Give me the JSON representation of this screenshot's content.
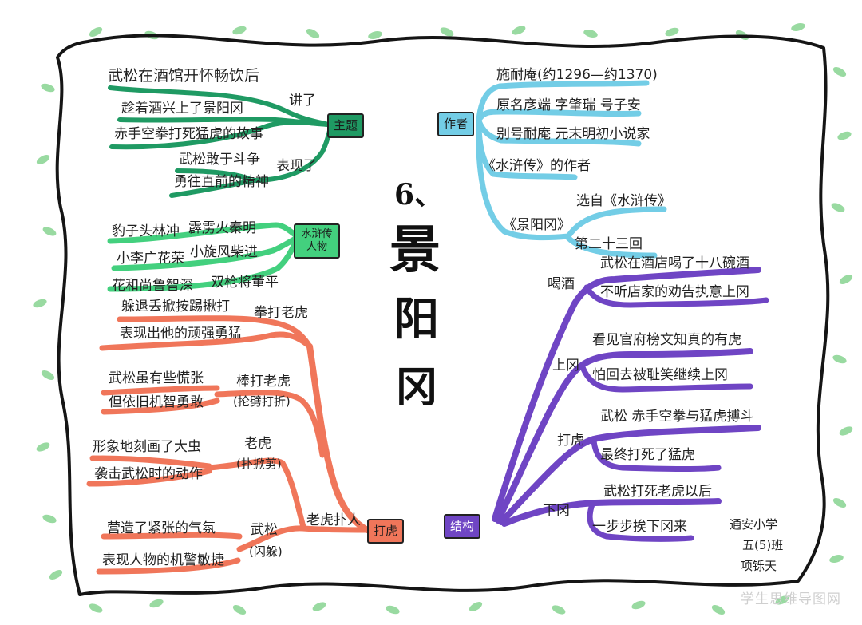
{
  "colors": {
    "border": "#151515",
    "theme_green": "#1f9a63",
    "chars_green": "#43d07e",
    "orange": "#f0765a",
    "blue": "#73cde6",
    "purple": "#6f45c4",
    "leaf": "#7fd18a"
  },
  "title": {
    "number": "6、",
    "line1": "景",
    "line2": "阳",
    "line3": "冈"
  },
  "theme": {
    "hub": "主题",
    "label_speak": "讲了",
    "label_show": "表现了",
    "items": [
      "武松在酒馆开怀畅饮后",
      "趁着酒兴上了景阳冈",
      "赤手空拳打死猛虎的故事",
      "武松敢于斗争",
      "勇往直前的精神"
    ]
  },
  "characters": {
    "hub": "水浒传人物",
    "items": [
      "豹子头林冲",
      "霹雳火秦明",
      "小李广花荣",
      "小旋风柴进",
      "花和尚鲁智深",
      "双枪将董平"
    ]
  },
  "fight": {
    "hub": "打虎",
    "fist": {
      "label": "拳打老虎",
      "items": [
        "躲退丢掀按踢揪打",
        "表现出他的顽强勇猛"
      ]
    },
    "stick": {
      "label": "棒打老虎",
      "sub": "(抡劈打折)",
      "items": [
        "武松虽有些慌张",
        "但依旧机智勇敢"
      ]
    },
    "tiger": {
      "label": "老虎",
      "sub": "(扑掀剪)",
      "items": [
        "形象地刻画了大虫",
        "袭击武松时的动作"
      ]
    },
    "wusong": {
      "label": "武松",
      "sub": "(闪躲)",
      "items": [
        "营造了紧张的气氛",
        "表现人物的机警敏捷"
      ]
    },
    "attack": "老虎扑人"
  },
  "author": {
    "hub": "作者",
    "items": [
      "施耐庵(约1296—约1370)",
      "原名彦端 字肇瑞 号子安",
      "别号耐庵 元末明初小说家",
      "《水浒传》的作者"
    ],
    "book": "《景阳冈》",
    "book_items": [
      "选自《水浒传》",
      "第二十三回"
    ]
  },
  "structure": {
    "hub": "结构",
    "drink": {
      "label": "喝酒",
      "items": [
        "武松在酒店喝了十八碗酒",
        "不听店家的劝告执意上冈"
      ]
    },
    "climb": {
      "label": "上冈",
      "items": [
        "看见官府榜文知真的有虎",
        "怕回去被耻笑继续上冈"
      ]
    },
    "fight": {
      "label": "打虎",
      "items": [
        "武松 赤手空拳与猛虎搏斗",
        "最终打死了猛虎"
      ]
    },
    "down": {
      "label": "下冈",
      "items": [
        "武松打死老虎以后",
        "一步步挨下冈来"
      ]
    }
  },
  "signature": [
    "通安小学",
    "五(5)班",
    "项铄天"
  ],
  "watermark": "学生思维导图网"
}
